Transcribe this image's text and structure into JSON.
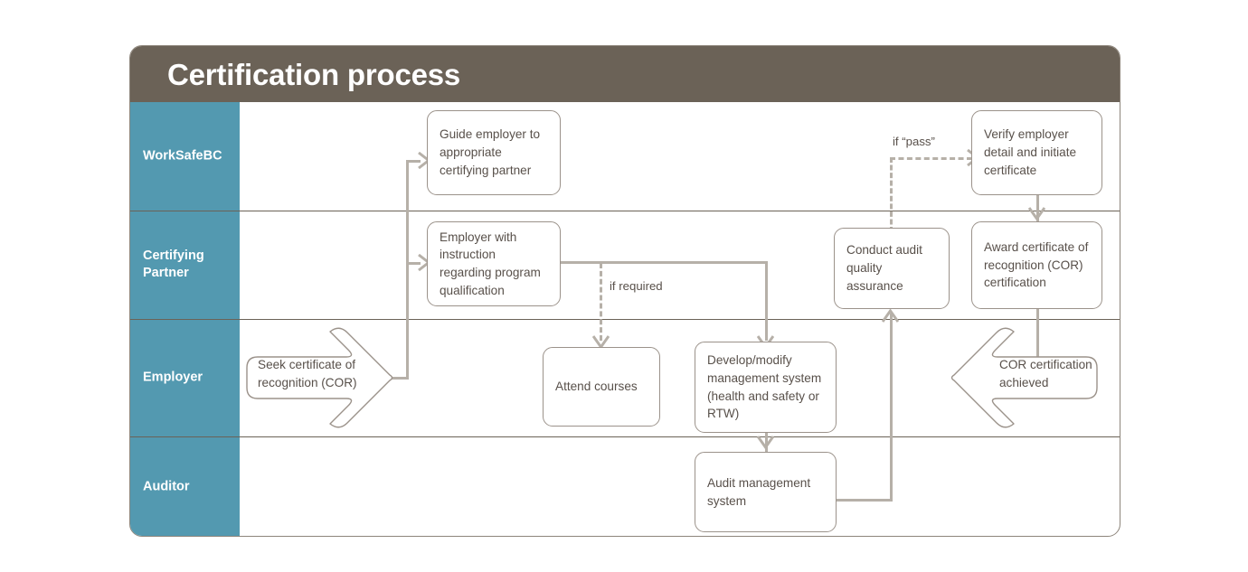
{
  "header": {
    "title": "Certification process",
    "bg_color": "#6b6257",
    "text_color": "#ffffff"
  },
  "theme": {
    "lane_label_bg": "#5399b0",
    "lane_label_text": "#ffffff",
    "node_border": "#9b928a",
    "node_text": "#58504a",
    "connector": "#b6b0a8",
    "frame_border": "#8d857b"
  },
  "lanes": [
    {
      "label": "WorkSafeBC"
    },
    {
      "label": "Certifying Partner"
    },
    {
      "label": "Employer"
    },
    {
      "label": "Auditor"
    }
  ],
  "nodes": {
    "guide_employer": "Guide employer to appropriate certifying partner",
    "verify_employer": "Verify employer detail and initiate certificate",
    "employer_instruction": "Employer with instruction regarding program qualification",
    "conduct_audit": "Conduct audit quality assurance",
    "award_certificate": "Award certificate of recognition (COR) certification",
    "seek_cor": "Seek certificate of recognition (COR)",
    "attend_courses": "Attend courses",
    "develop_modify": "Develop/modify management system (health and safety or RTW)",
    "cor_achieved": "COR certification achieved",
    "audit_management": "Audit management system"
  },
  "edge_labels": {
    "if_pass": "if “pass”",
    "if_required": "if required"
  }
}
